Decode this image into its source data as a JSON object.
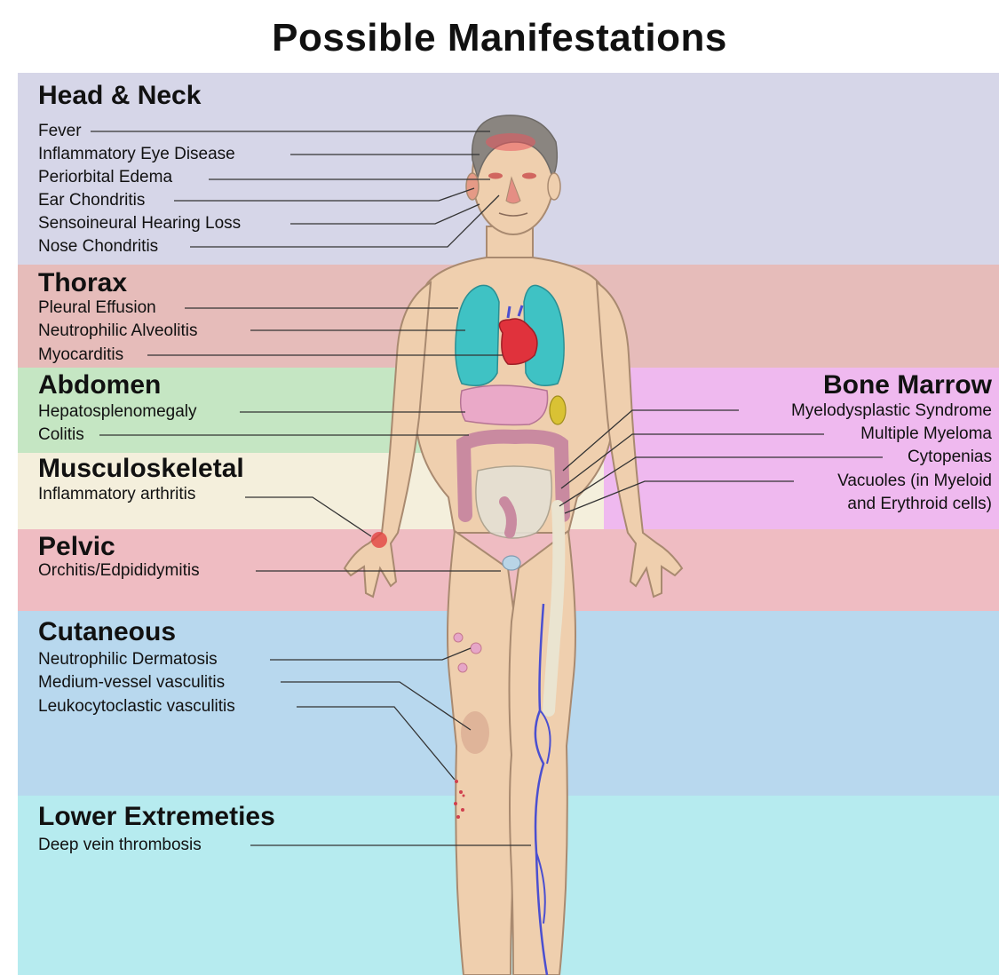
{
  "title": "Possible Manifestations",
  "sections": {
    "head_neck": {
      "heading": "Head & Neck",
      "items": [
        "Fever",
        "Inflammatory Eye Disease",
        "Periorbital Edema",
        "Ear Chondritis",
        "Sensoineural Hearing Loss",
        "Nose Chondritis"
      ]
    },
    "thorax": {
      "heading": "Thorax",
      "items": [
        "Pleural Effusion",
        "Neutrophilic Alveolitis",
        "Myocarditis"
      ]
    },
    "abdomen": {
      "heading": "Abdomen",
      "items": [
        "Hepatosplenomegaly",
        "Colitis"
      ]
    },
    "musculoskeletal": {
      "heading": "Musculoskeletal",
      "items": [
        "Inflammatory arthritis"
      ]
    },
    "pelvic": {
      "heading": "Pelvic",
      "items": [
        "Orchitis/Edpididymitis"
      ]
    },
    "cutaneous": {
      "heading": "Cutaneous",
      "items": [
        "Neutrophilic Dermatosis",
        "Medium-vessel vasculitis",
        "Leukocytoclastic vasculitis"
      ]
    },
    "lower_extremeties": {
      "heading": "Lower Extremeties",
      "items": [
        "Deep vein thrombosis"
      ]
    },
    "bone_marrow": {
      "heading": "Bone Marrow",
      "items": [
        "Myelodysplastic Syndrome",
        "Multiple Myeloma",
        "Cytopenias",
        "Vacuoles (in Myeloid",
        "and Erythroid cells)"
      ]
    }
  },
  "colors": {
    "head_neck": "#d6d6e8",
    "thorax": "#e6bcba",
    "abdomen": "#c5e6c3",
    "musculoskeletal": "#f4efdc",
    "pelvic": "#efbcc2",
    "cutaneous": "#b8d8ee",
    "lower_extremeties": "#b6ebef",
    "bone_marrow": "#efb9ef",
    "skin": "#efcfae",
    "skin_outline": "#a98a70",
    "lung": "#3fc2c4",
    "heart": "#e0323c",
    "liver": "#eaa9c8",
    "intestine": "#c98aa0",
    "vein": "#4b4fd0",
    "leader": "#333333"
  }
}
